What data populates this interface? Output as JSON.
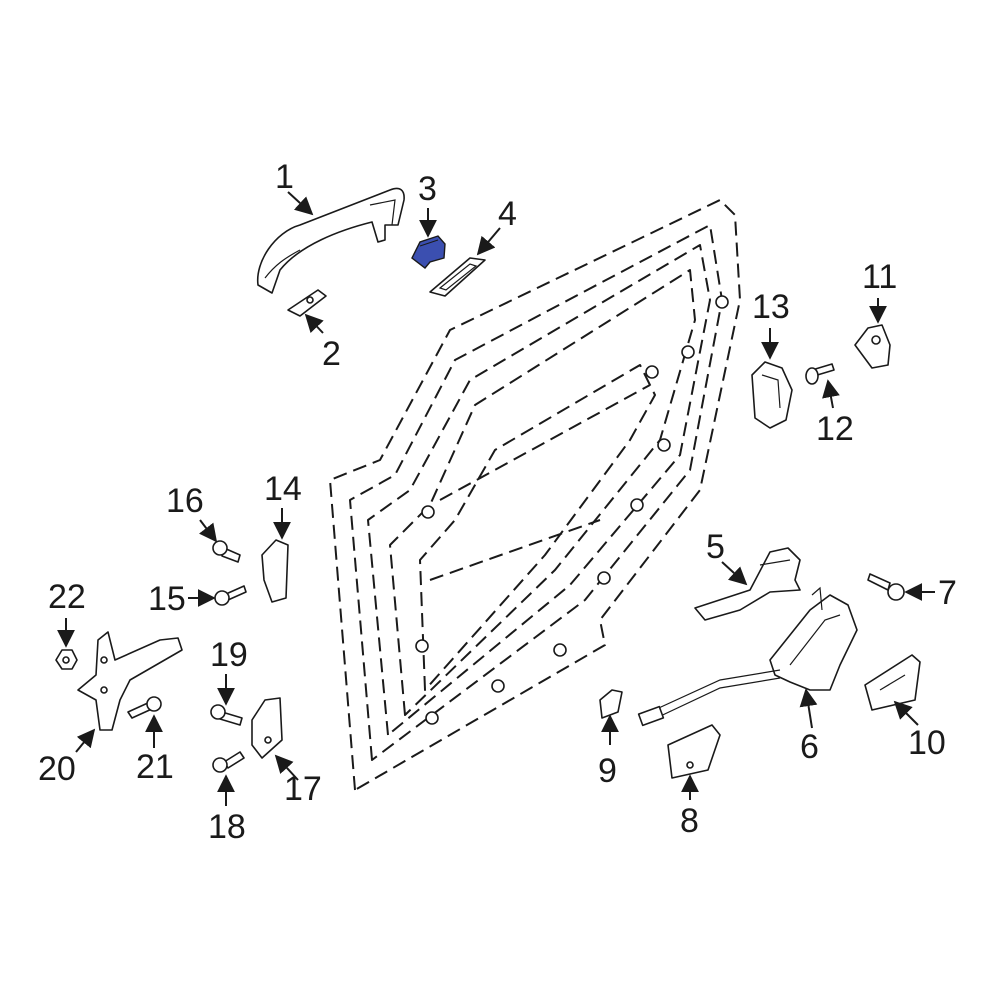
{
  "diagram": {
    "highlight_color": "#3b4fb0",
    "line_color": "#1a1a1a",
    "background": "#ffffff",
    "highlighted_part": "3",
    "callouts": [
      "1",
      "2",
      "3",
      "4",
      "5",
      "6",
      "7",
      "8",
      "9",
      "10",
      "11",
      "12",
      "13",
      "14",
      "15",
      "16",
      "17",
      "18",
      "19",
      "20",
      "21",
      "22"
    ]
  }
}
